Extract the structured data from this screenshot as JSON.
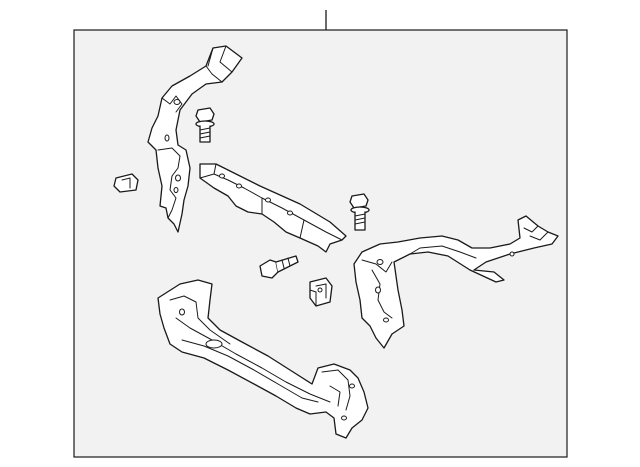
{
  "diagram": {
    "background": "#f2f2f2",
    "line_color": "#1a1a1a",
    "parts": [
      {
        "name": "upper-left-support-bracket",
        "icon": "left-support-arm"
      },
      {
        "name": "upper-left-bolt",
        "icon": "flange-bolt"
      },
      {
        "name": "small-left-clip",
        "icon": "clip"
      },
      {
        "name": "center-upper-tie-bar",
        "icon": "tie-bar"
      },
      {
        "name": "right-bolt",
        "icon": "flange-bolt"
      },
      {
        "name": "center-bolt",
        "icon": "flange-bolt"
      },
      {
        "name": "center-small-bracket",
        "icon": "clip"
      },
      {
        "name": "right-side-support",
        "icon": "right-support-arm"
      },
      {
        "name": "lower-tie-bar",
        "icon": "lower-tie-bar"
      }
    ]
  }
}
